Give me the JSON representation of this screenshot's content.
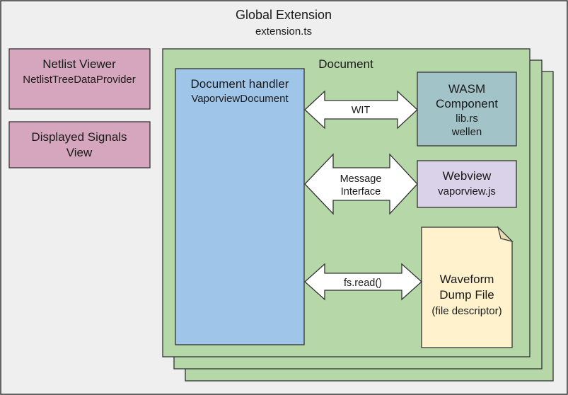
{
  "global": {
    "title": "Global Extension",
    "subtitle": "extension.ts"
  },
  "netlist_viewer": {
    "title": "Netlist Viewer",
    "subtitle": "NetlistTreeDataProvider"
  },
  "displayed_signals": {
    "line1": "Displayed Signals",
    "line2": "View"
  },
  "document": {
    "title": "Document"
  },
  "document_handler": {
    "title": "Document handler",
    "subtitle": "VaporviewDocument"
  },
  "wasm": {
    "line1": "WASM",
    "line2": "Component",
    "line3": "lib.rs",
    "line4": "wellen"
  },
  "webview": {
    "title": "Webview",
    "subtitle": "vaporview.js"
  },
  "waveform": {
    "line1": "Waveform",
    "line2": "Dump File",
    "line3": "(file descriptor)"
  },
  "arrows": {
    "wit": "WIT",
    "message_line1": "Message",
    "message_line2": "Interface",
    "fsread": "fs.read()"
  },
  "colors": {
    "global_bg": "#efefef",
    "pink_box": "#d5a6bd",
    "document_green": "#b6d7a8",
    "handler_blue": "#9fc5e8",
    "wasm_teal": "#a2c4c9",
    "webview_lavender": "#d9d2e9",
    "file_yellow": "#fff2cc"
  }
}
